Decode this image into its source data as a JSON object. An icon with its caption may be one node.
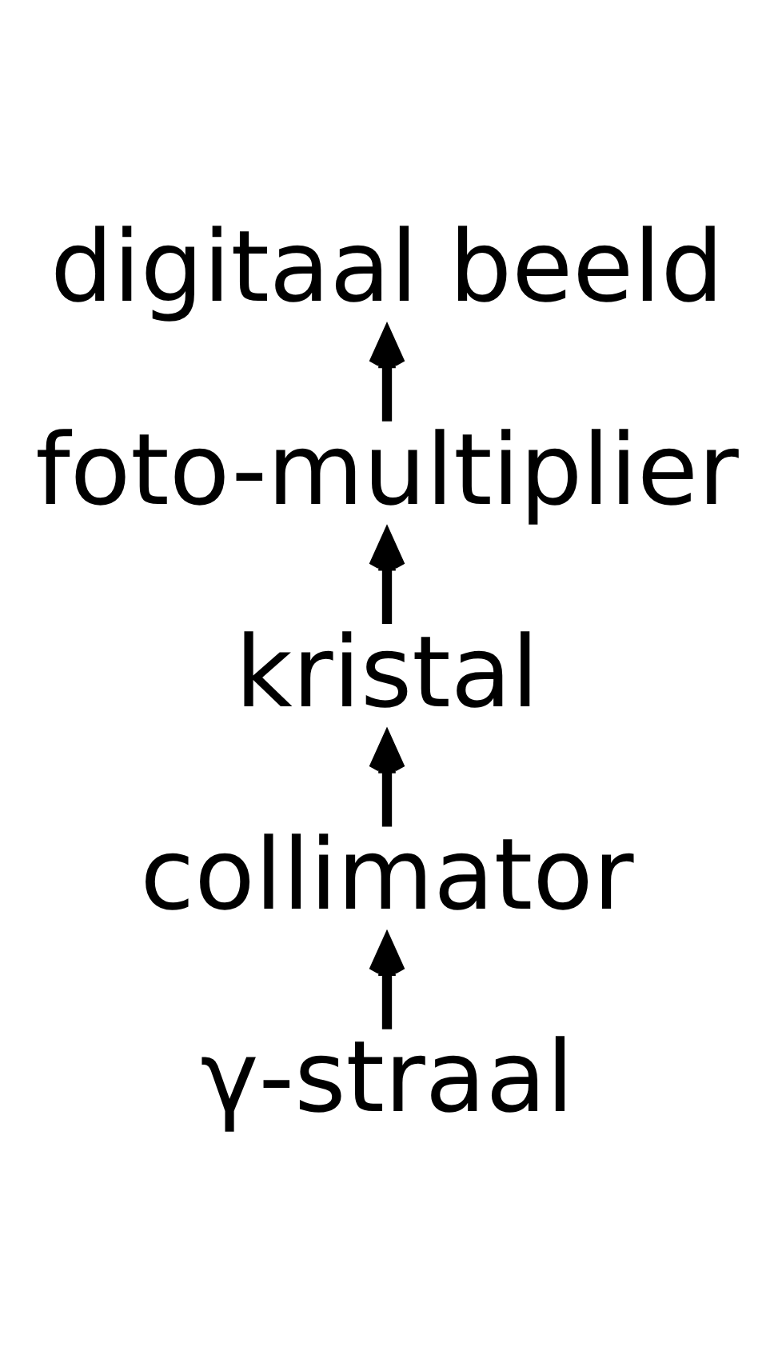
{
  "diagram": {
    "nodes": [
      {
        "text": [
          "digitaal beeld"
        ]
      },
      {
        "text": [
          "foto-multiplier"
        ]
      },
      {
        "text": [
          "kristal"
        ]
      },
      {
        "text": [
          "collimator"
        ]
      },
      {
        "text": [
          "γ-straal"
        ]
      }
    ],
    "edges": [
      {
        "from": 4,
        "to": 3,
        "arrow": "to"
      },
      {
        "from": 3,
        "to": 2,
        "arrow": "to"
      },
      {
        "from": 2,
        "to": 1,
        "arrow": "to"
      },
      {
        "from": 1,
        "to": 0,
        "arrow": "to"
      }
    ]
  }
}
